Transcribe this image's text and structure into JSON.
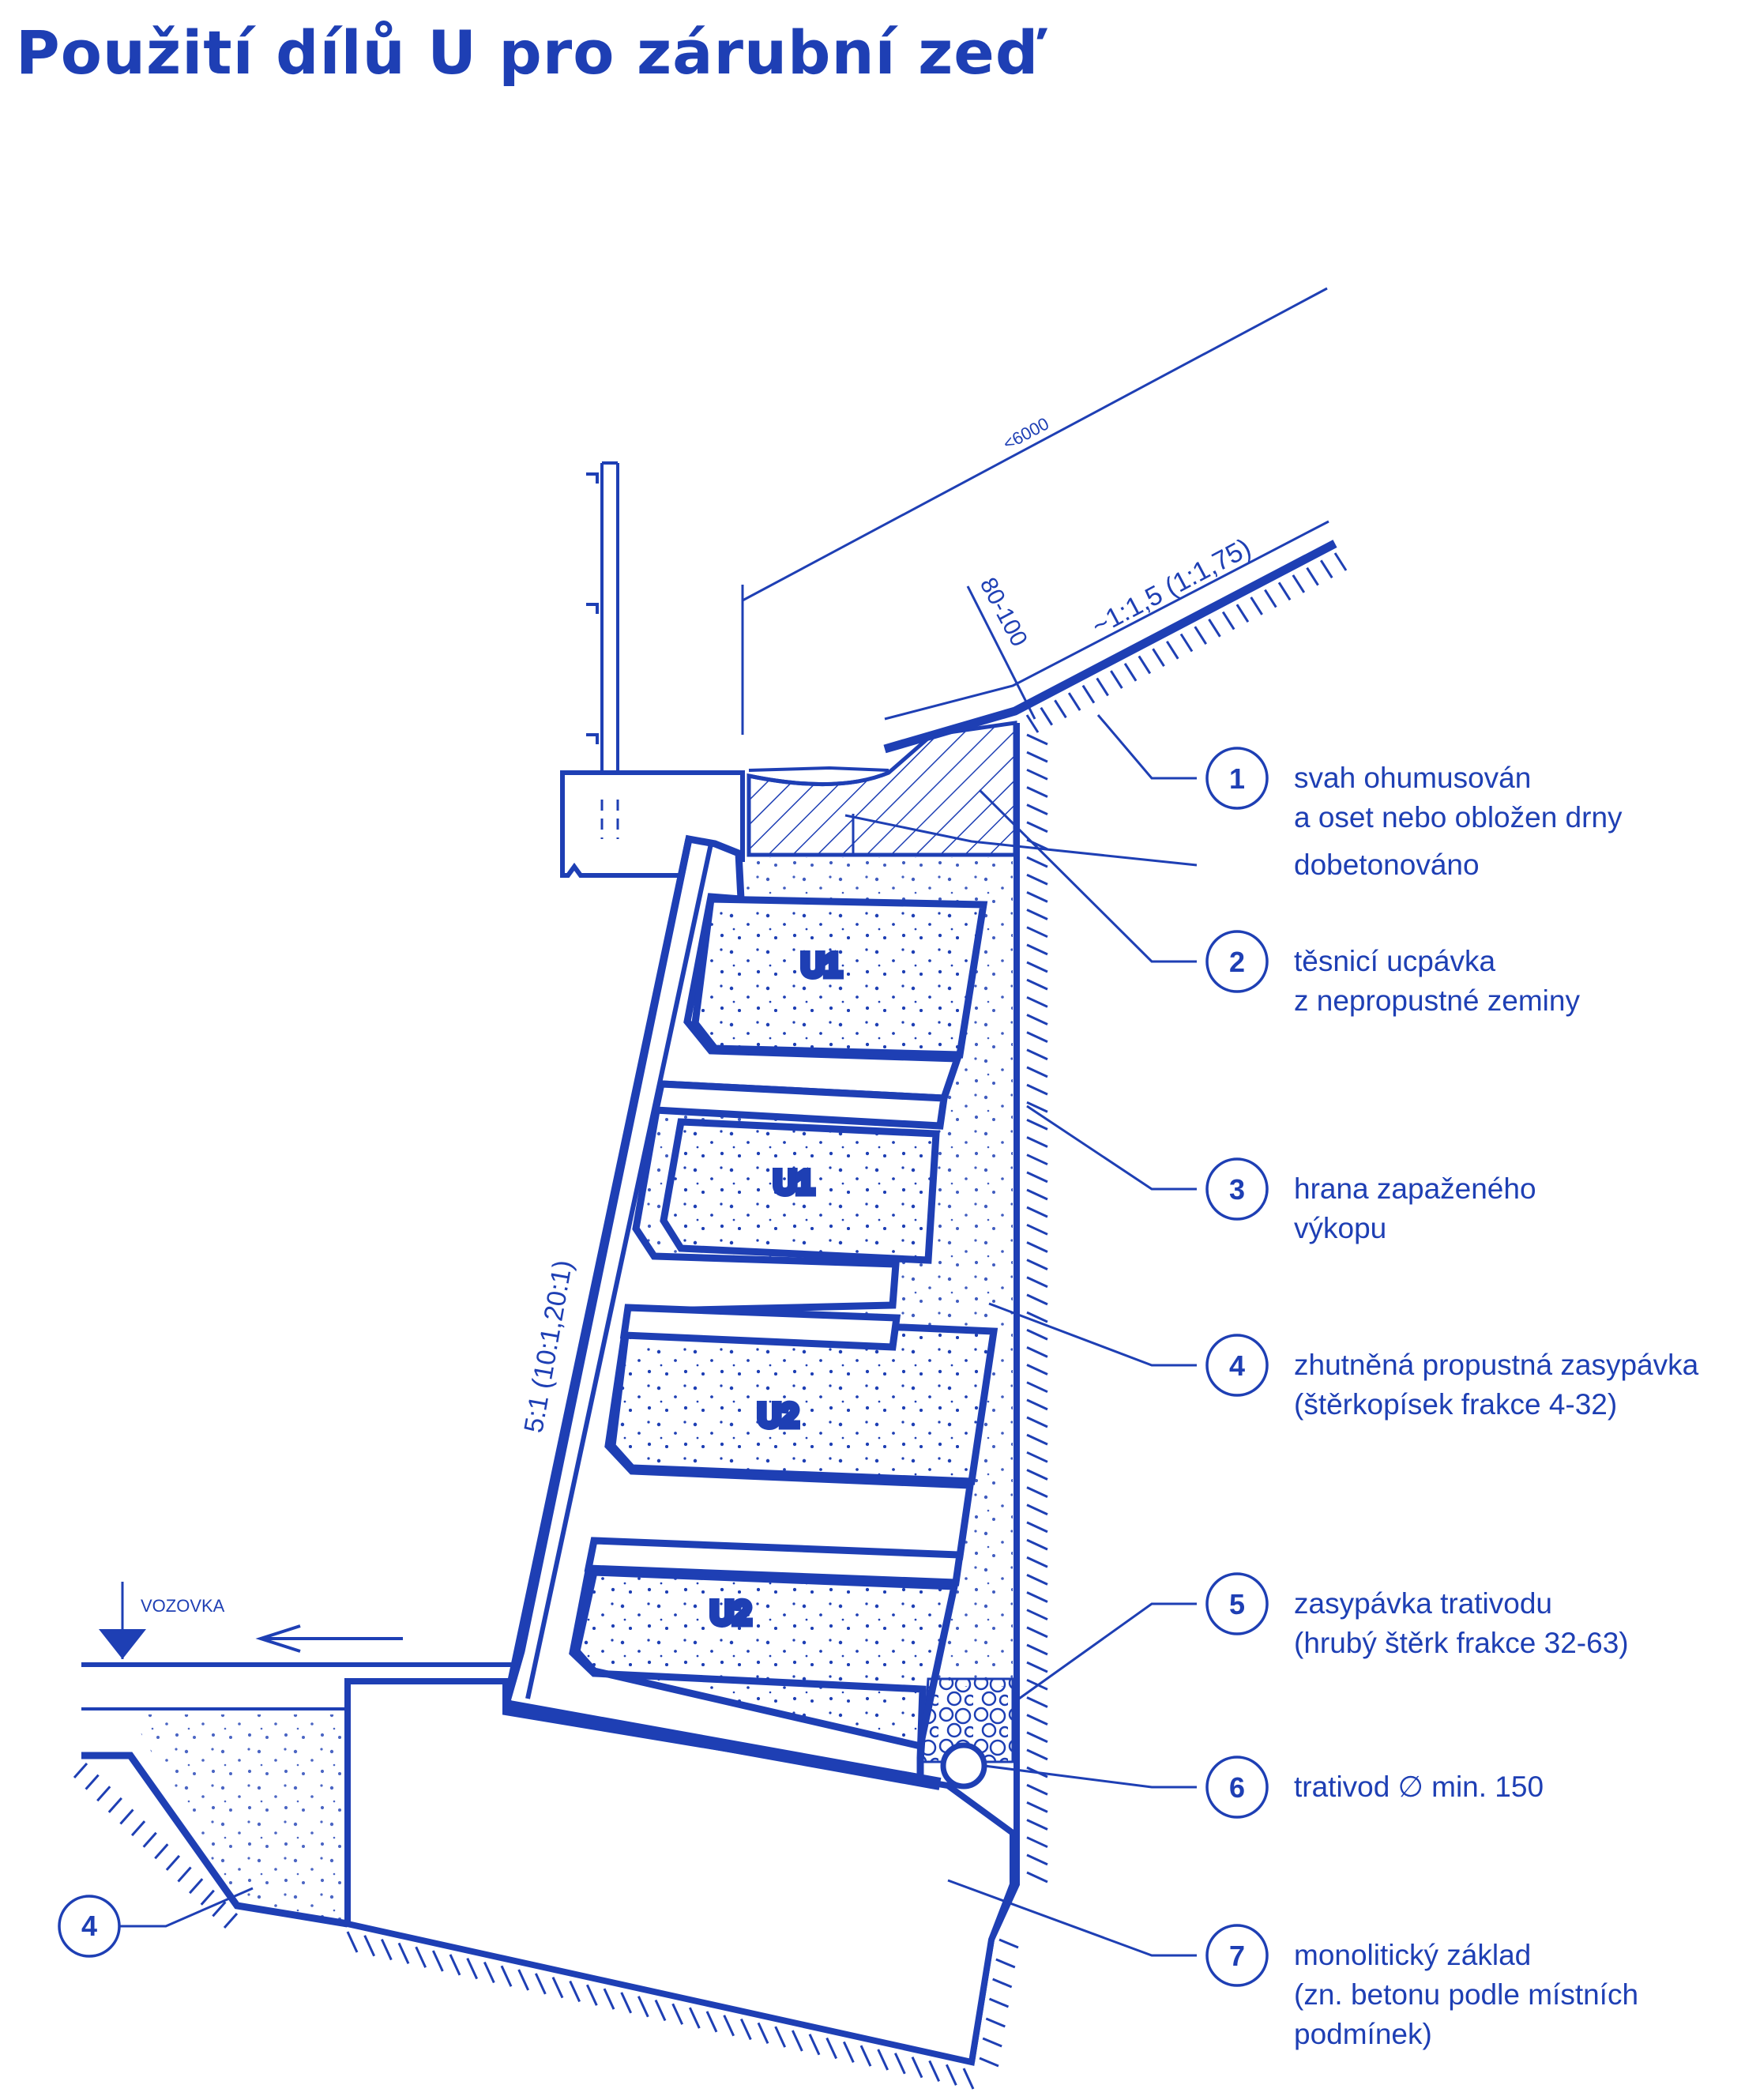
{
  "title": "Použití dílů U pro zárubní zeď",
  "colors": {
    "ink": "#1e3fb4",
    "paper": "#ffffff"
  },
  "dimensions": {
    "length": "<6000",
    "slope": "~1:1,5 (1:1,75)",
    "topsoil": "80-100",
    "wall_batter": "5:1 (10:1,20:1)"
  },
  "road_label": "VOZOVKA",
  "blocks": [
    "U1",
    "U1",
    "U2",
    "U2"
  ],
  "callouts": [
    {
      "num": "1",
      "lines": [
        "svah ohumusován",
        "a oset nebo obložen drny"
      ]
    },
    {
      "num": "",
      "lines": [
        "dobetonováno"
      ]
    },
    {
      "num": "2",
      "lines": [
        "těsnicí ucpávka",
        "z nepropustné zeminy"
      ]
    },
    {
      "num": "3",
      "lines": [
        "hrana zapaženého",
        "výkopu"
      ]
    },
    {
      "num": "4",
      "lines": [
        "zhutněná propustná zasypávka",
        "(štěrkopísek frakce 4-32)"
      ]
    },
    {
      "num": "5",
      "lines": [
        "zasypávka trativodu",
        "(hrubý štěrk frakce 32-63)"
      ]
    },
    {
      "num": "6",
      "lines": [
        "trativod ∅ min. 150"
      ]
    },
    {
      "num": "7",
      "lines": [
        "monolitický základ",
        "(zn. betonu podle místních",
        "podmínek)"
      ]
    }
  ],
  "left_marker": "4"
}
